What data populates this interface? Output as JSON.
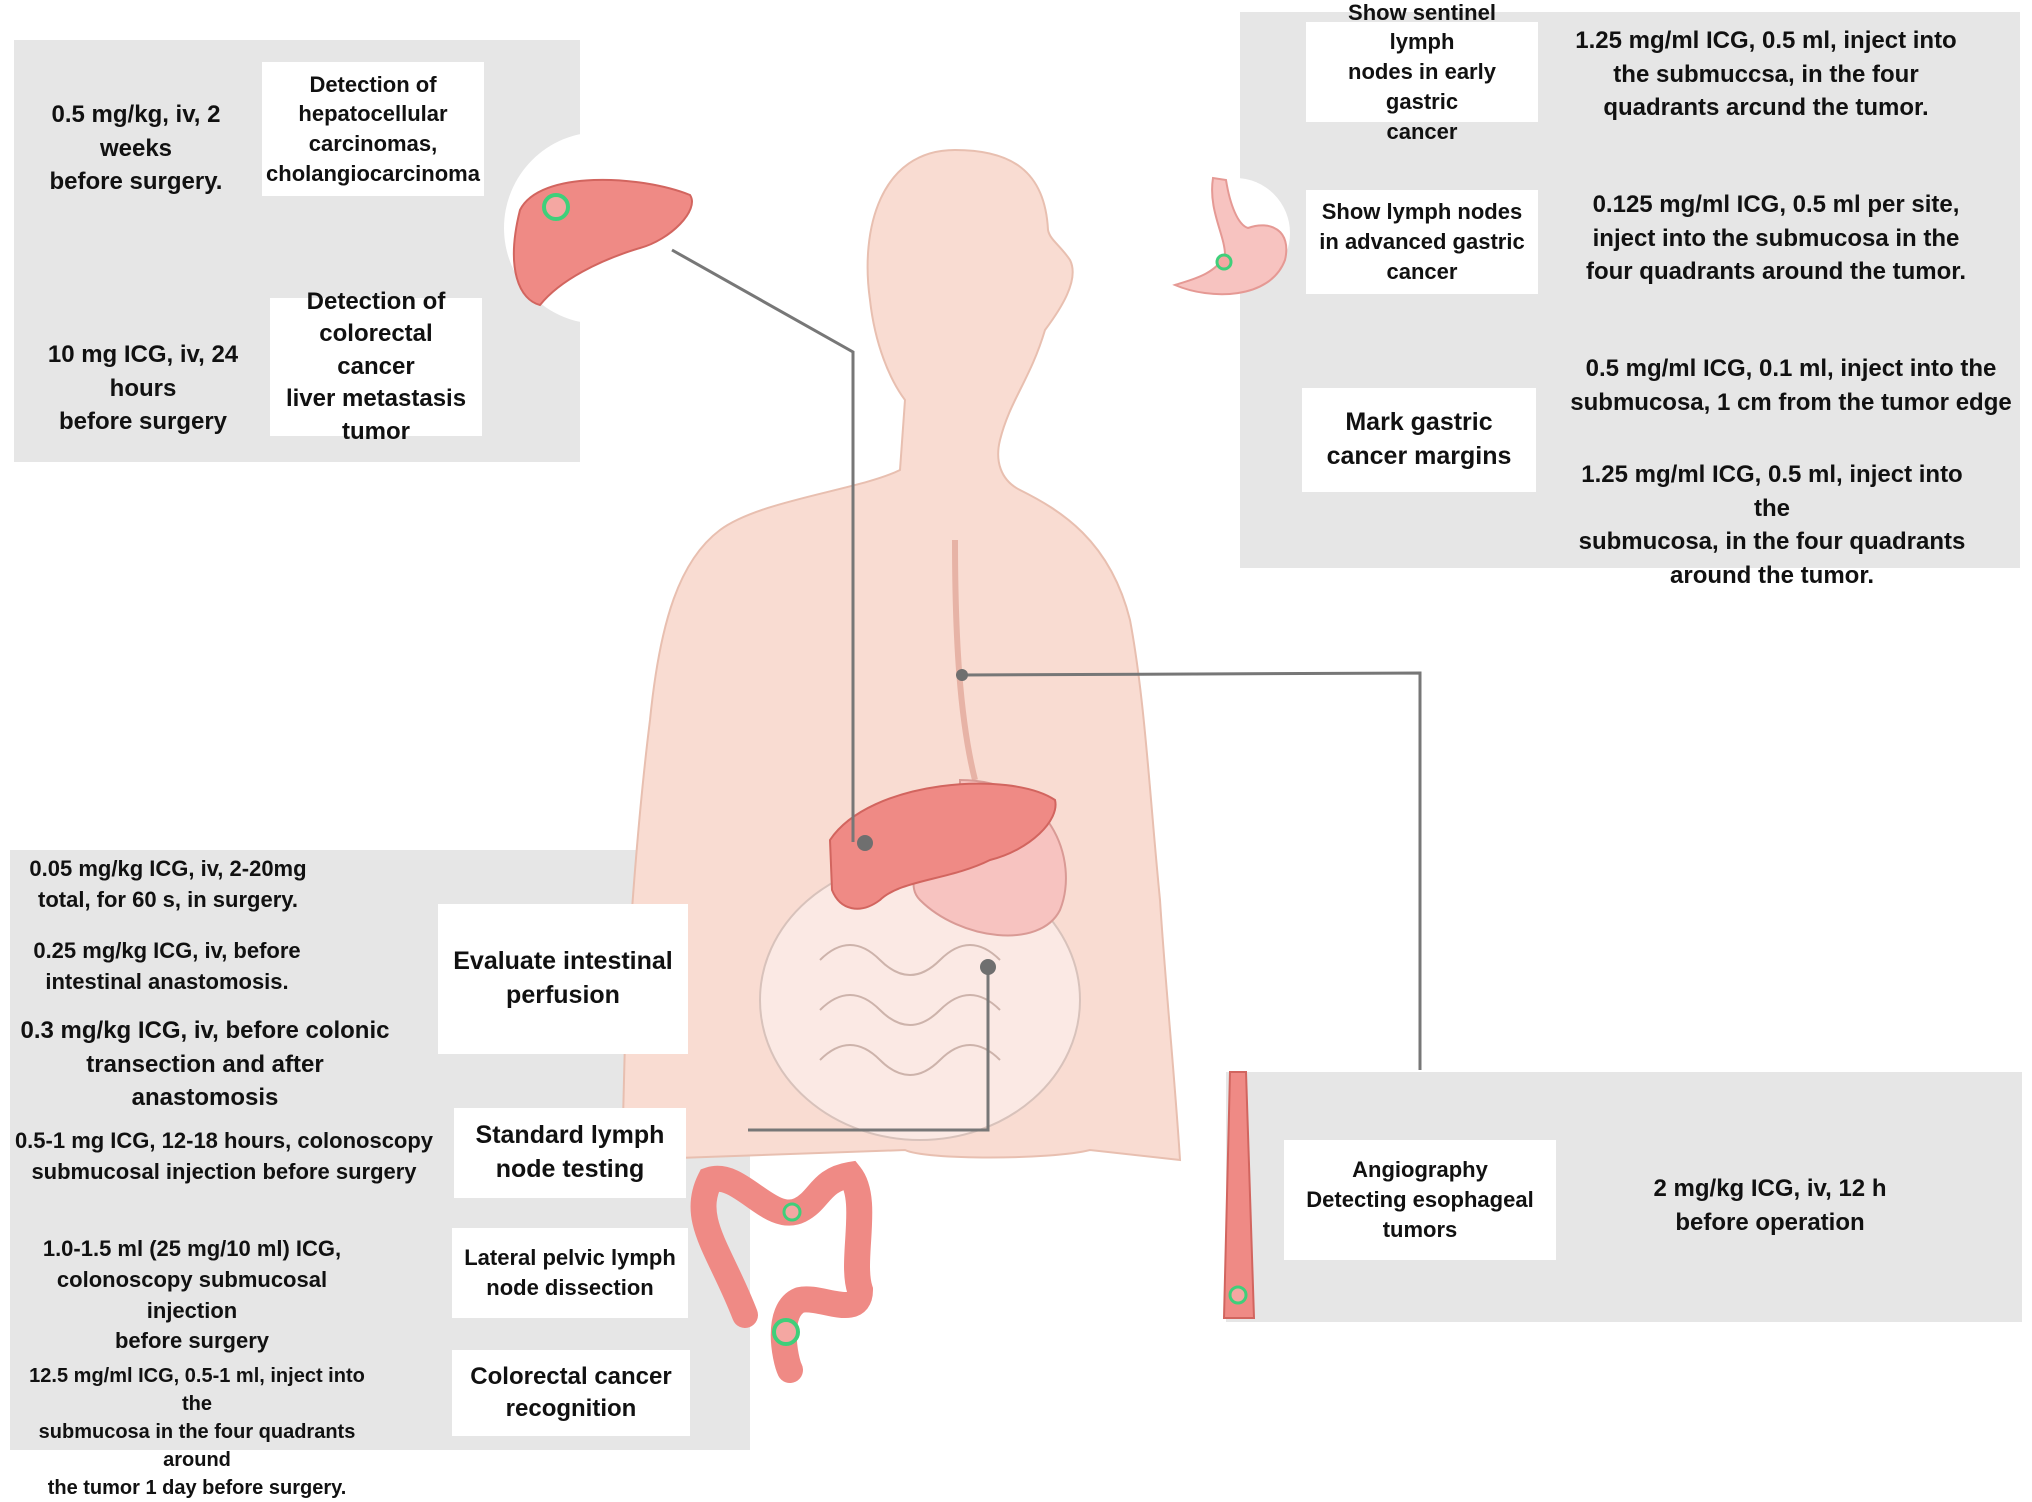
{
  "liver_panel": {
    "dose1": "0.5 mg/kg, iv, 2 weeks\nbefore surgery.",
    "purpose1": "Detection of\nhepatocellular\ncarcinomas,\ncholangiocarcinoma",
    "dose2": "10 mg ICG, iv, 24 hours\nbefore surgery",
    "purpose2": "Detection of\ncolorectal cancer\nliver metastasis\ntumor"
  },
  "gastric_panel": {
    "purpose1": "Show sentinel lymph\nnodes in early gastric\ncancer",
    "dose1": "1.25 mg/ml ICG, 0.5 ml, inject into\nthe submuccsa, in the four\nquadrants arcund the tumor.",
    "purpose2": "Show lymph nodes\nin advanced gastric\ncancer",
    "dose2": "0.125 mg/ml ICG, 0.5 ml per site,\ninject into the submucosa in the\nfour quadrants around the tumor.",
    "purpose3": "Mark gastric\ncancer  margins",
    "dose3a": "0.5 mg/ml ICG, 0.1 ml, inject into the\nsubmucosa, 1 cm from the tumor edge",
    "dose3b": "1.25 mg/ml ICG, 0.5 ml, inject into the\nsubmucosa, in the four quadrants\naround the tumor."
  },
  "intestine_panel": {
    "dose1": "0.05 mg/kg ICG, iv, 2-20mg\ntotal, for 60 s, in surgery.",
    "dose2": "0.25 mg/kg ICG, iv, before\nintestinal anastomosis.",
    "dose3": "0.3 mg/kg ICG, iv, before colonic\ntransection and after anastomosis",
    "purpose1": "Evaluate intestinal\nperfusion",
    "dose4": "0.5-1 mg ICG, 12-18 hours, colonoscopy\nsubmucosal injection before surgery",
    "purpose2": "Standard lymph\nnode testing",
    "dose5": "1.0-1.5 ml (25 mg/10 ml) ICG,\ncolonoscopy submucosal injection\nbefore surgery",
    "purpose3": "Lateral pelvic lymph\nnode dissection",
    "dose6": "12.5 mg/ml ICG, 0.5-1 ml, inject into the\nsubmucosa in the four quadrants around\nthe tumor 1 day before surgery.",
    "purpose4": "Colorectal cancer\nrecognition"
  },
  "esophagus_panel": {
    "purpose": "Angiography\nDetecting esophageal\ntumors",
    "dose": "2 mg/kg ICG, iv, 12 h\nbefore operation"
  },
  "colors": {
    "panel": "#e6e6e6",
    "skin": "#f9dcd2",
    "organ": "#ef8a85",
    "organ_light": "#f7c3c0",
    "tumor_ring": "#3fcf7a",
    "connector": "#777777"
  }
}
